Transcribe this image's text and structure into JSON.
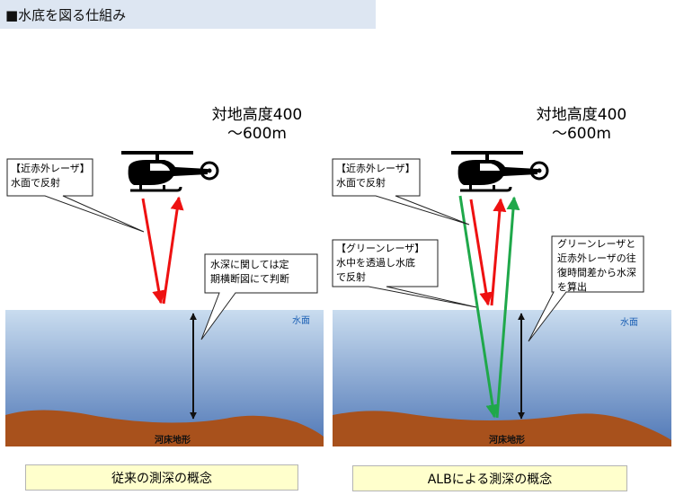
{
  "title": "■水底を図る仕組み",
  "left_panel": {
    "altitude": [
      "対地高度400",
      "～600m"
    ],
    "nir_callout": [
      "【近赤外レーザ】",
      "水面で反射"
    ],
    "depth_callout": [
      "水深に関しては定",
      "期横断図にて判断"
    ],
    "water_label": "水面",
    "bed_label": "河床地形",
    "caption": "従来の測深の概念"
  },
  "right_panel": {
    "altitude": [
      "対地高度400",
      "～600m"
    ],
    "nir_callout": [
      "【近赤外レーザ】",
      "水面で反射"
    ],
    "green_callout": [
      "【グリーンレーザ】",
      "水中を透過し水底",
      "で反射"
    ],
    "calc_callout": [
      "グリーンレーザと",
      "近赤外レーザの往",
      "復時間差から水深",
      "を算出"
    ],
    "water_label": "水面",
    "bed_label": "河床地形",
    "caption": "ALBによる測深の概念"
  },
  "colors": {
    "water_top": "#c9dcef",
    "water_bottom": "#4f77b6",
    "riverbed": "#a8511c",
    "nir_laser": "#ee1111",
    "green_laser": "#1fa84a",
    "helicopter": "#000000"
  }
}
